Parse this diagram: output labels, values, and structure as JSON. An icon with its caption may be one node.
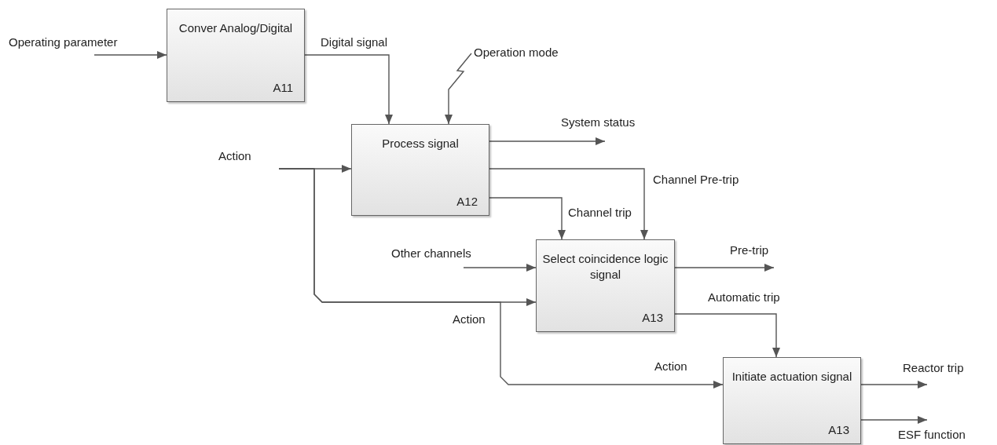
{
  "diagram": {
    "nodes": [
      {
        "text": [
          "Conver Analog/Digital",
          "A11"
        ]
      },
      {
        "text": [
          "Process signal",
          "A12"
        ]
      },
      {
        "text": [
          "Select coincidence logic signal",
          "A13"
        ]
      },
      {
        "text": [
          "Initiate actuation signal",
          "A13"
        ]
      }
    ],
    "edges": [
      {
        "from": null,
        "to": 0,
        "arrow": "to",
        "label": "Operating parameter"
      },
      {
        "from": 0,
        "to": 1,
        "arrow": "to",
        "label": "Digital signal"
      },
      {
        "from": null,
        "to": 1,
        "arrow": "to",
        "label": "Operation mode"
      },
      {
        "from": null,
        "to": 1,
        "arrow": "to",
        "label": "Action"
      },
      {
        "from": null,
        "to": 2,
        "arrow": "to",
        "label": "Action"
      },
      {
        "from": null,
        "to": 3,
        "arrow": "to",
        "label": "Action"
      },
      {
        "from": 1,
        "to": null,
        "arrow": "to",
        "label": "System status"
      },
      {
        "from": 1,
        "to": 2,
        "arrow": "to",
        "label": "Channel Pre-trip"
      },
      {
        "from": 1,
        "to": 2,
        "arrow": "to",
        "label": "Channel trip"
      },
      {
        "from": null,
        "to": 2,
        "arrow": "to",
        "label": "Other channels"
      },
      {
        "from": 2,
        "to": null,
        "arrow": "to",
        "label": "Pre-trip"
      },
      {
        "from": 2,
        "to": 3,
        "arrow": "to",
        "label": "Automatic trip"
      },
      {
        "from": 3,
        "to": null,
        "arrow": "to",
        "label": "Reactor trip"
      },
      {
        "from": 3,
        "to": null,
        "arrow": "to",
        "label": "ESF function"
      }
    ]
  }
}
